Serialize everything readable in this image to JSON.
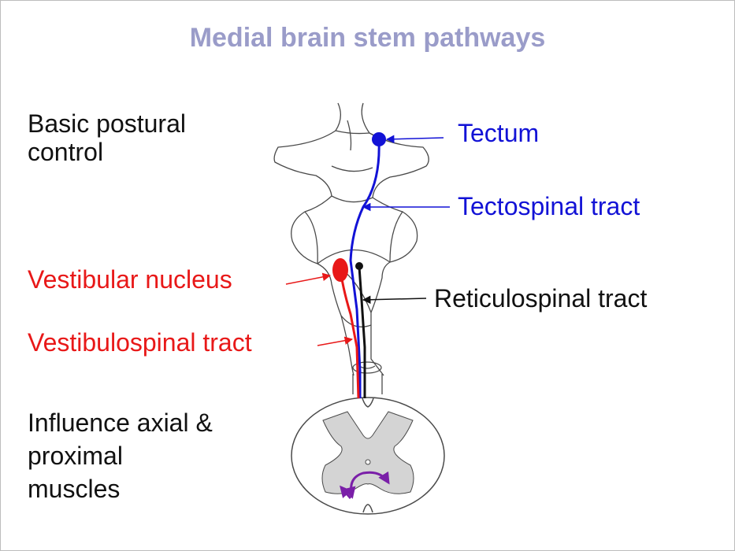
{
  "title": "Medial brain stem pathways",
  "left_text": {
    "basic_line1": "Basic postural",
    "basic_line2": "control",
    "influence_line1": "Influence axial &",
    "influence_line2": "proximal",
    "influence_line3": "muscles"
  },
  "labels": {
    "tectum": "Tectum",
    "tectospinal": "Tectospinal tract",
    "vestibular_nucleus": "Vestibular nucleus",
    "reticulospinal": "Reticulospinal tract",
    "vestibulospinal": "Vestibulospinal tract"
  },
  "colors": {
    "title": "#9a9cc9",
    "tectospinal": "#1212d6",
    "vestibular": "#e81818",
    "reticulospinal": "#111111",
    "outline": "#4a4a4a",
    "grey_matter": "#d4d4d4",
    "spinal_arrow": "#7a1fa8",
    "text": "#111111"
  }
}
